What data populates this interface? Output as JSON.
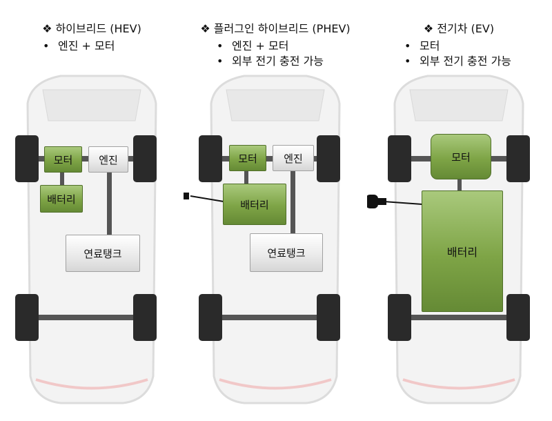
{
  "title_prefix": "❖",
  "columns": [
    {
      "title": "하이브리드 (HEV)",
      "bullets": [
        "엔진 + 모터"
      ],
      "components": {
        "motor": "모터",
        "engine": "엔진",
        "battery": "배터리",
        "fuel_tank": "연료탱크"
      }
    },
    {
      "title": "플러그인 하이브리드 (PHEV)",
      "bullets": [
        "엔진 + 모터",
        "외부 전기 충전 가능"
      ],
      "components": {
        "motor": "모터",
        "engine": "엔진",
        "battery": "배터리",
        "fuel_tank": "연료탱크"
      }
    },
    {
      "title": "전기차 (EV)",
      "bullets": [
        "모터",
        "외부 전기 충전 가능"
      ],
      "components": {
        "motor": "모터",
        "battery": "배터리"
      }
    }
  ],
  "colors": {
    "battery_green": "#7ea446",
    "component_gray": "#e4e4e4",
    "axle": "#555555"
  }
}
